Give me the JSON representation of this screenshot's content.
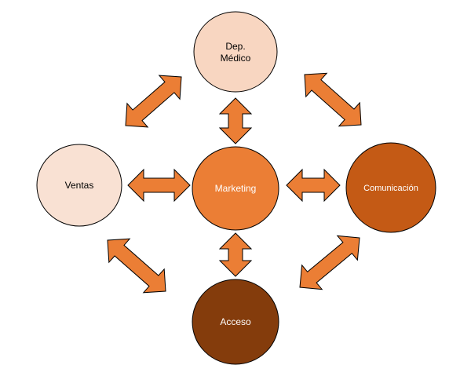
{
  "nodes": {
    "dep_medico": {
      "line1": "Dep.",
      "line2": "Médico",
      "fill": "#F8D6C1",
      "text_color": "#000000"
    },
    "ventas": {
      "label": "Ventas",
      "fill": "#F9E1D3",
      "text_color": "#000000"
    },
    "marketing": {
      "label": "Marketing",
      "fill": "#EB7E35",
      "text_color": "#FFFFFF"
    },
    "comunicacion": {
      "label": "Comunicación",
      "fill": "#C45A15",
      "text_color": "#FFFFFF"
    },
    "acceso": {
      "label": "Acceso",
      "fill": "#843C0C",
      "text_color": "#FFFFFF"
    }
  },
  "colors": {
    "arrow_fill": "#EB7E35",
    "outline": "#000000"
  },
  "arrows": [
    {
      "connects": [
        "marketing",
        "dep_medico"
      ],
      "icon": "double-arrow"
    },
    {
      "connects": [
        "marketing",
        "ventas"
      ],
      "icon": "double-arrow"
    },
    {
      "connects": [
        "marketing",
        "comunicacion"
      ],
      "icon": "double-arrow"
    },
    {
      "connects": [
        "marketing",
        "acceso"
      ],
      "icon": "double-arrow"
    },
    {
      "connects": [
        "ventas",
        "dep_medico"
      ],
      "icon": "double-arrow"
    },
    {
      "connects": [
        "dep_medico",
        "comunicacion"
      ],
      "icon": "double-arrow"
    },
    {
      "connects": [
        "ventas",
        "acceso"
      ],
      "icon": "double-arrow"
    },
    {
      "connects": [
        "comunicacion",
        "acceso"
      ],
      "icon": "double-arrow"
    }
  ]
}
